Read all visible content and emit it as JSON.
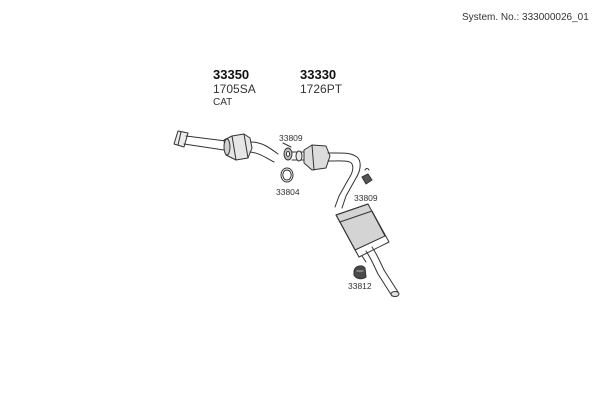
{
  "header": {
    "system_label": "System. No.: 333000026_01"
  },
  "parts": [
    {
      "number": "33350",
      "code": "1705SA",
      "note": "CAT"
    },
    {
      "number": "33330",
      "code": "1726PT",
      "note": ""
    }
  ],
  "callouts": {
    "gasket_front": "33809",
    "ring": "33804",
    "gasket_rear": "33809",
    "clamp": "33812"
  }
}
